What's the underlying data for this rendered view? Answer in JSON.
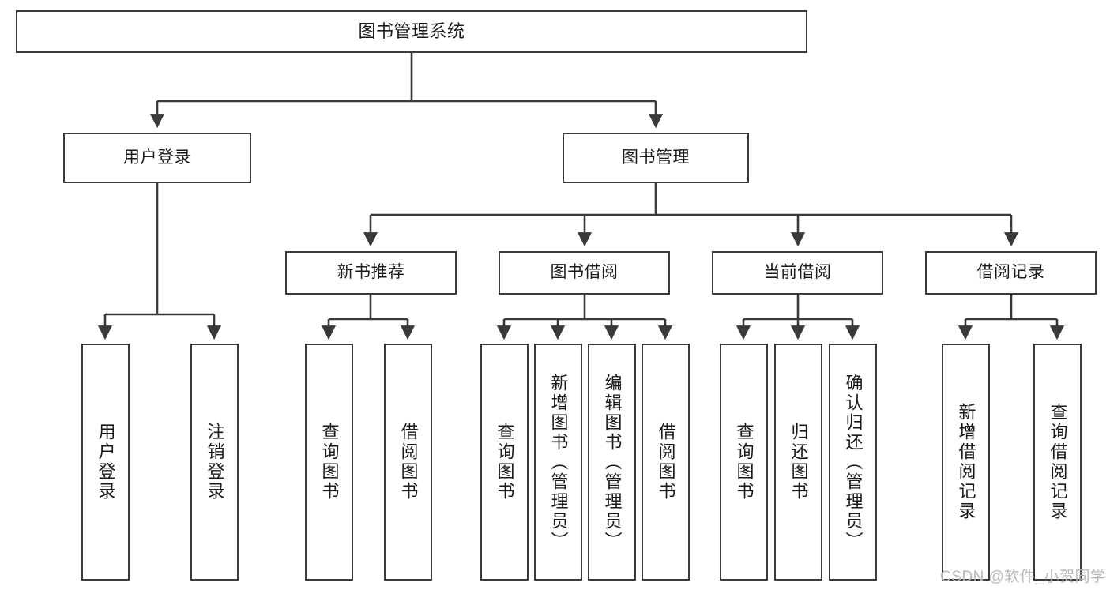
{
  "diagram": {
    "title": "图书管理系统",
    "type": "tree-hierarchy-chart",
    "colors": {
      "box_border": "#3a3a3a",
      "box_fill": "#ffffff",
      "connector": "#3a3a3a",
      "text": "#1a1a1a",
      "watermark": "#b9b9b9",
      "background": "#ffffff"
    }
  },
  "root": {
    "label": "图书管理系统"
  },
  "level2": [
    {
      "label": "用户登录"
    },
    {
      "label": "图书管理"
    }
  ],
  "level3": [
    {
      "label": "新书推荐"
    },
    {
      "label": "图书借阅"
    },
    {
      "label": "当前借阅"
    },
    {
      "label": "借阅记录"
    }
  ],
  "leaves": {
    "user_login": [
      {
        "label": "用户登录"
      },
      {
        "label": "注销登录"
      }
    ],
    "new_book": [
      {
        "label": "查询图书"
      },
      {
        "label": "借阅图书"
      }
    ],
    "book_borrow": [
      {
        "label": "查询图书"
      },
      {
        "label": "新增图书（管理员）"
      },
      {
        "label": "编辑图书（管理员）"
      },
      {
        "label": "借阅图书"
      }
    ],
    "current_borrow": [
      {
        "label": "查询图书"
      },
      {
        "label": "归还图书"
      },
      {
        "label": "确认归还（管理员）"
      }
    ],
    "borrow_record": [
      {
        "label": "新增借阅记录"
      },
      {
        "label": "查询借阅记录"
      }
    ]
  },
  "watermark": {
    "text": "CSDN @软件_小贺同学"
  }
}
